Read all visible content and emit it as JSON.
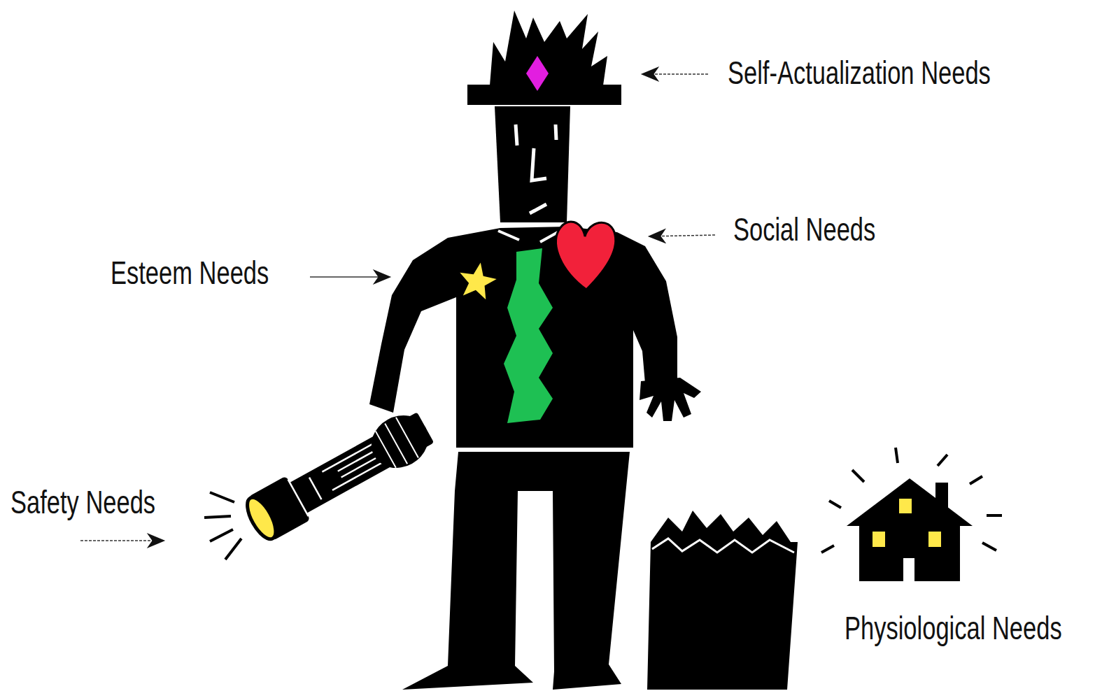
{
  "diagram": {
    "labels": [
      "Self-Actualization Needs",
      "Social Needs",
      "Esteem Needs",
      "Safety Needs",
      "Physiological Needs"
    ]
  }
}
